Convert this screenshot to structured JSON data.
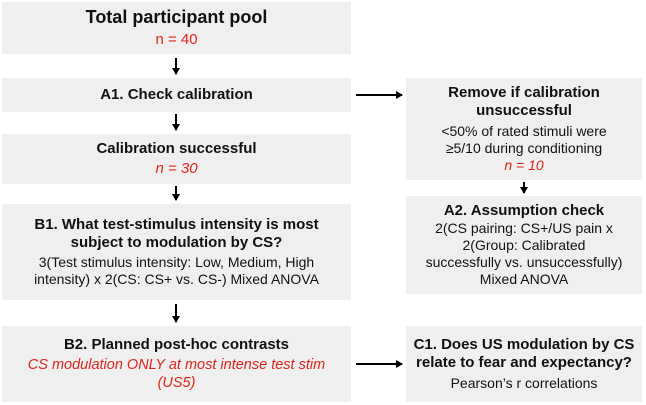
{
  "nodes": {
    "pool": {
      "title": "Total participant pool",
      "n": "n = 40"
    },
    "a1": {
      "title": "A1. Check calibration"
    },
    "success": {
      "title": "Calibration successful",
      "n": "n = 30"
    },
    "b1": {
      "title_1": "B1. What test-stimulus intensity is most",
      "title_2": "subject to modulation by CS?",
      "body_1": "3(Test stimulus intensity: Low, Medium, High",
      "body_2": "intensity) x 2(CS: CS+ vs. CS-) Mixed ANOVA"
    },
    "b2": {
      "title": "B2. Planned post-hoc contrasts",
      "note_1": "CS modulation ONLY at most intense test stim",
      "note_2": "(US5)"
    },
    "remove": {
      "title_1": "Remove if calibration",
      "title_2": "unsuccessful",
      "body_1": "<50% of rated stimuli were",
      "body_2": "≥5/10 during conditioning",
      "n": "n = 10"
    },
    "a2": {
      "title": "A2. Assumption check",
      "body_1": "2(CS pairing: CS+/US pain x",
      "body_2": "2(Group: Calibrated",
      "body_3": "successfully vs. unsuccessfully)",
      "body_4": "Mixed ANOVA"
    },
    "c1": {
      "title_1": "C1. Does US modulation by CS",
      "title_2": "relate to fear and expectancy?",
      "body": "Pearson’s r correlations"
    }
  },
  "colors": {
    "box": "#efefef",
    "accent_red": "#e0241b",
    "arrow": "#000000"
  }
}
